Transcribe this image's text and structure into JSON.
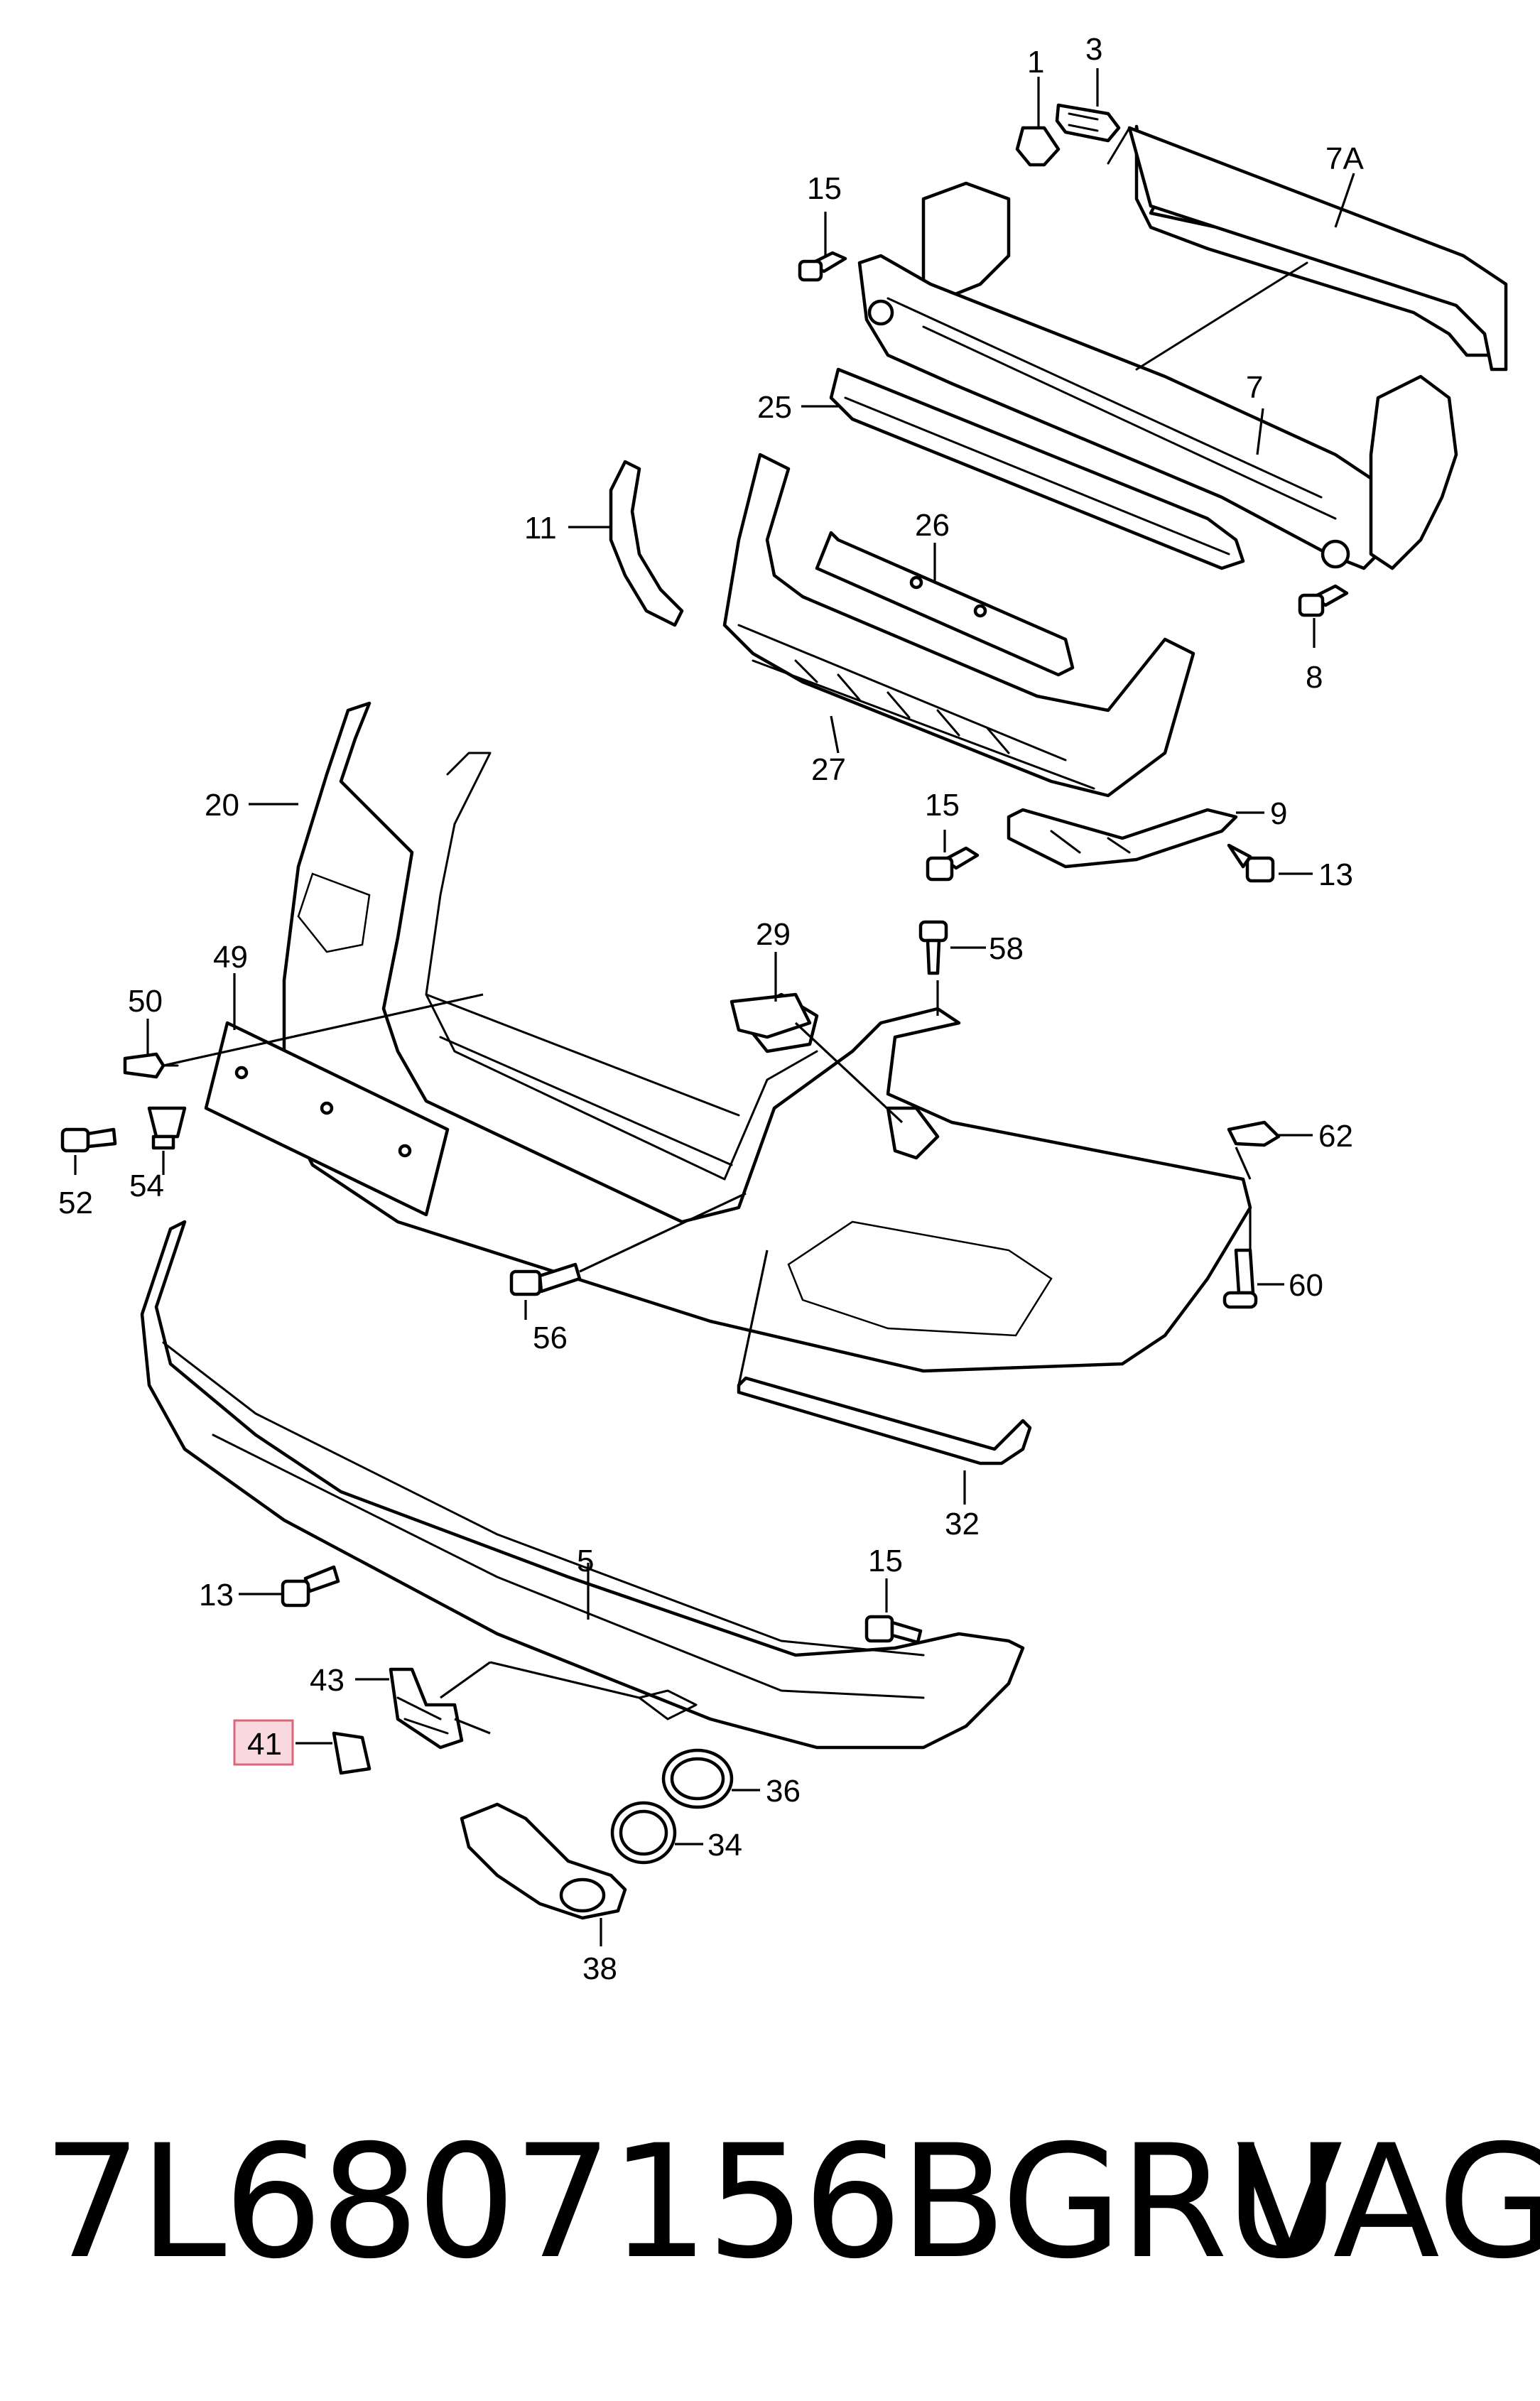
{
  "diagram": {
    "callouts": [
      {
        "id": "1",
        "text": "1"
      },
      {
        "id": "3",
        "text": "3"
      },
      {
        "id": "7A",
        "text": "7A"
      },
      {
        "id": "15a",
        "text": "15"
      },
      {
        "id": "7",
        "text": "7"
      },
      {
        "id": "25",
        "text": "25"
      },
      {
        "id": "11",
        "text": "11"
      },
      {
        "id": "26",
        "text": "26"
      },
      {
        "id": "8",
        "text": "8"
      },
      {
        "id": "27",
        "text": "27"
      },
      {
        "id": "20",
        "text": "20"
      },
      {
        "id": "15b",
        "text": "15"
      },
      {
        "id": "9",
        "text": "9"
      },
      {
        "id": "13a",
        "text": "13"
      },
      {
        "id": "29",
        "text": "29"
      },
      {
        "id": "58",
        "text": "58"
      },
      {
        "id": "49",
        "text": "49"
      },
      {
        "id": "50",
        "text": "50"
      },
      {
        "id": "52",
        "text": "52"
      },
      {
        "id": "54",
        "text": "54"
      },
      {
        "id": "62",
        "text": "62"
      },
      {
        "id": "60",
        "text": "60"
      },
      {
        "id": "56",
        "text": "56"
      },
      {
        "id": "32",
        "text": "32"
      },
      {
        "id": "13b",
        "text": "13"
      },
      {
        "id": "5",
        "text": "5"
      },
      {
        "id": "15c",
        "text": "15"
      },
      {
        "id": "43",
        "text": "43"
      },
      {
        "id": "41",
        "text": "41",
        "highlighted": true
      },
      {
        "id": "36",
        "text": "36"
      },
      {
        "id": "34",
        "text": "34"
      },
      {
        "id": "38",
        "text": "38"
      }
    ]
  },
  "caption": {
    "part_number": "7L6807156BGRU",
    "brand": "VAG"
  },
  "colors": {
    "line": "#000000",
    "background": "#ffffff",
    "highlight_fill": "#f9d9df",
    "highlight_stroke": "#d9667a"
  }
}
